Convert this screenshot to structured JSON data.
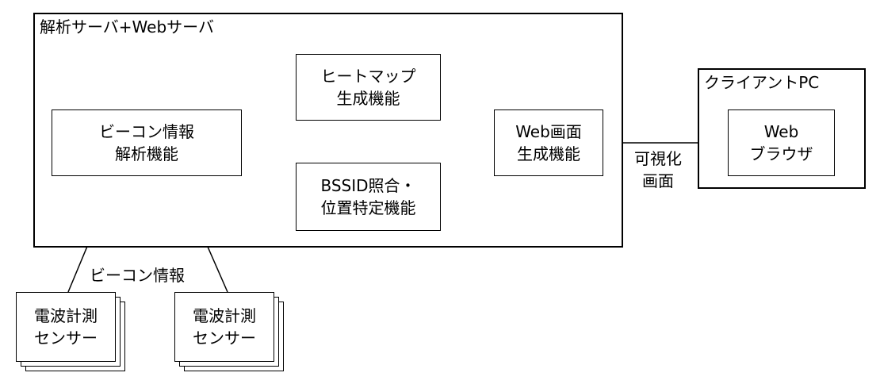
{
  "groups": {
    "server": {
      "label": "解析サーバ+Webサーバ"
    },
    "client": {
      "label": "クライアントPC"
    }
  },
  "nodes": {
    "beacon_analysis": {
      "lines": [
        "ビーコン情報",
        "解析機能"
      ]
    },
    "heatmap": {
      "lines": [
        "ヒートマップ",
        "生成機能"
      ]
    },
    "bssid": {
      "lines": [
        "BSSID照合・",
        "位置特定機能"
      ]
    },
    "web_screen": {
      "lines": [
        "Web画面",
        "生成機能"
      ]
    },
    "browser": {
      "lines": [
        "Web",
        "ブラウザ"
      ]
    },
    "sensor_1": {
      "lines": [
        "電波計測",
        "センサー"
      ]
    },
    "sensor_2": {
      "lines": [
        "電波計測",
        "センサー"
      ]
    }
  },
  "edge_labels": {
    "beacon_info": "ビーコン情報",
    "visualization": {
      "lines": [
        "可視化",
        "画面"
      ]
    }
  }
}
